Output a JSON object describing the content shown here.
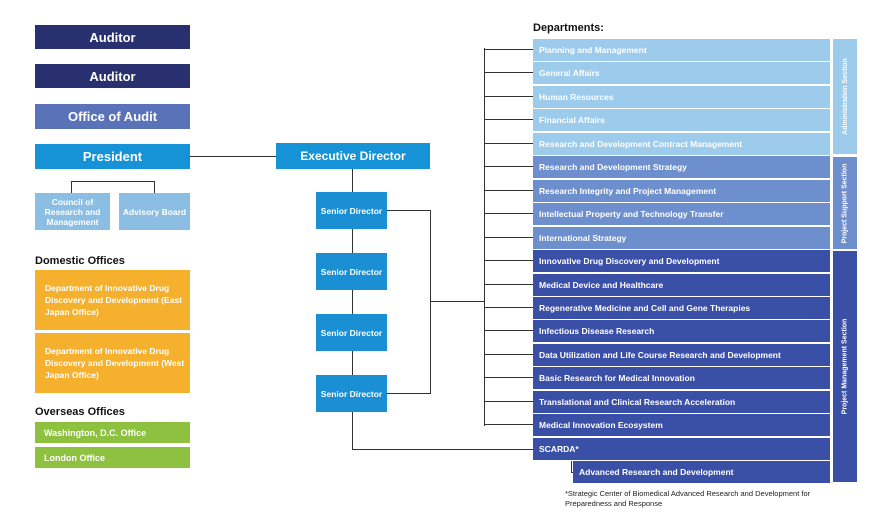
{
  "left": {
    "auditor_1": "Auditor",
    "auditor_2": "Auditor",
    "office_of_audit": "Office of Audit",
    "president": "President",
    "council": "Council of Research and Management",
    "advisory_board": "Advisory Board"
  },
  "domestic": {
    "heading": "Domestic Offices",
    "east": "Department of Innovative Drug Discovery and Development (East Japan Office)",
    "west": "Department of Innovative Drug Discovery and Development (West Japan Office)"
  },
  "overseas": {
    "heading": "Overseas Offices",
    "washington": "Washington, D.C. Office",
    "london": "London Office"
  },
  "center": {
    "executive_director": "Executive Director",
    "senior_directors": [
      "Senior Director",
      "Senior Director",
      "Senior Director",
      "Senior Director"
    ]
  },
  "departments": {
    "heading": "Departments:",
    "items": [
      "Planning and Management",
      "General Affairs",
      "Human Resources",
      "Financial Affairs",
      "Research and Development Contract Management",
      "Research and Development Strategy",
      "Research Integrity and Project Management",
      "Intellectual Property and Technology Transfer",
      "International Strategy",
      "Innovative Drug Discovery and Development",
      "Medical Device and Healthcare",
      "Regenerative Medicine and Cell and Gene Therapies",
      "Infectious Disease Research",
      "Data Utilization and Life Course Research and Development",
      "Basic Research for Medical Innovation",
      "Translational and Clinical Research Acceleration",
      "Medical Innovation Ecosystem",
      "SCARDA*"
    ],
    "sub_item": "Advanced Research and Development"
  },
  "sections": {
    "administration": "Administration Section",
    "project_support": "Project Support Section",
    "project_management": "Project Management Section"
  },
  "footnote": "*Strategic Center of Biomedical Advanced Research and Development for Preparedness and Response",
  "colors": {
    "navy": "#29306f",
    "slate": "#5a73b8",
    "cyan": "#1693d6",
    "light_blue": "#8cbde3",
    "orange": "#f5b02e",
    "green": "#8dc13f",
    "admin_dept": "#9ccbec",
    "support_dept": "#6e8fcd",
    "pm_dept": "#3a4fa6"
  }
}
